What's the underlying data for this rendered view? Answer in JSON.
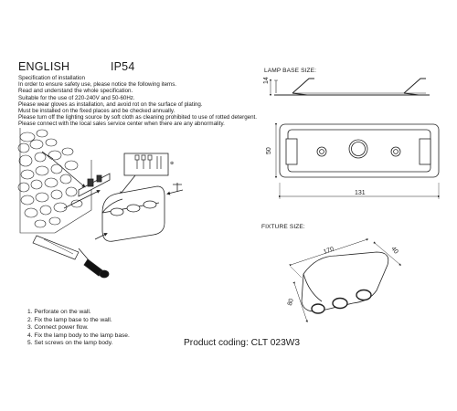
{
  "header": {
    "language": "ENGLISH",
    "rating": "IP54"
  },
  "spec_lines": [
    "Specification of installation",
    "In order to ensure safety use, please notice the following items.",
    "Read and understand the whole specification.",
    "Suitable for the use of 220-240V and 50-60Hz.",
    "Please wear gloves as installation, and avoid rot on the surface of plating.",
    "Must be installed on the fixed places and be checked annually.",
    "Please turn off the lighting source by soft cloth as cleaning prohibited to use of rotted detergent.",
    "Please connect with the local sales service center when there are any abnormality."
  ],
  "steps": [
    "1. Perforate on the wall.",
    "2. Fix the lamp base to the wall.",
    "3. Connect power flow.",
    "4. Fix the lamp body to the lamp base.",
    "5. Set screws on the lamp body."
  ],
  "lamp_base": {
    "label": "LAMP BASE SIZE:",
    "height": "14",
    "depth": "50",
    "width": "131"
  },
  "fixture": {
    "label": "FIXTURE SIZE:",
    "length": "170",
    "depth": "40",
    "height": "80"
  },
  "product_coding": "Product coding: CLT 023W3"
}
